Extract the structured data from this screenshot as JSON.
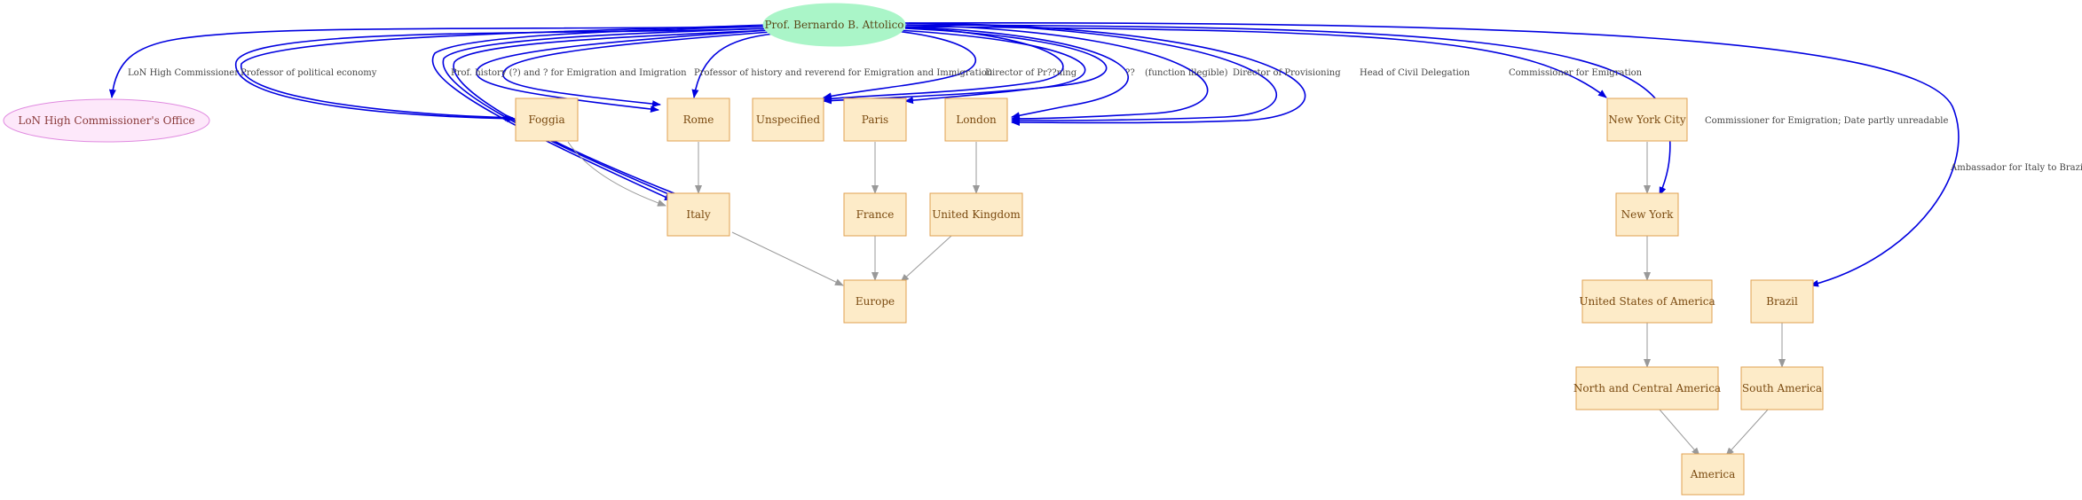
{
  "colors": {
    "role_edge": "#0000e0",
    "hier_edge": "#999999",
    "place_fill": "#fdebc8",
    "place_stroke": "#e0a050",
    "person_fill": "#aaf5c8",
    "office_fill": "#fde8fa",
    "office_stroke": "#e08ae0"
  },
  "nodes": {
    "person": "Prof. Bernardo B. Attolico",
    "office": "LoN High Commissioner's Office",
    "foggia": "Foggia",
    "rome": "Rome",
    "unspecified": "Unspecified",
    "paris": "Paris",
    "london": "London",
    "nyc": "New York City",
    "italy": "Italy",
    "france": "France",
    "uk": "United Kingdom",
    "newyork": "New York",
    "europe": "Europe",
    "usa": "United States of America",
    "brazil": "Brazil",
    "nca": "North and Central America",
    "southamerica": "South America",
    "america": "America"
  },
  "edge_labels": {
    "lon_high_commissioner": "LoN High Commissioner",
    "professor_political_economy": "Professor of political economy",
    "prof_history_emigration": "Prof. history (?) and ? for Emigration and Imigration",
    "professor_history_reverend": "Professor of history and reverend for Emigration and Immigration",
    "director_pr": "Director of Pr??ning",
    "question": "??",
    "function_illegible": "(function illegible)",
    "director_provisioning": "Director of Provisioning",
    "head_civil_delegation": "Head of Civil Delegation",
    "commissioner_emigration": "Commissioner for Emigration",
    "commissioner_emigration_date": "Commissioner for Emigration; Date partly unreadable",
    "ambassador_brazil": "Ambassador for Italy to Brazil"
  }
}
